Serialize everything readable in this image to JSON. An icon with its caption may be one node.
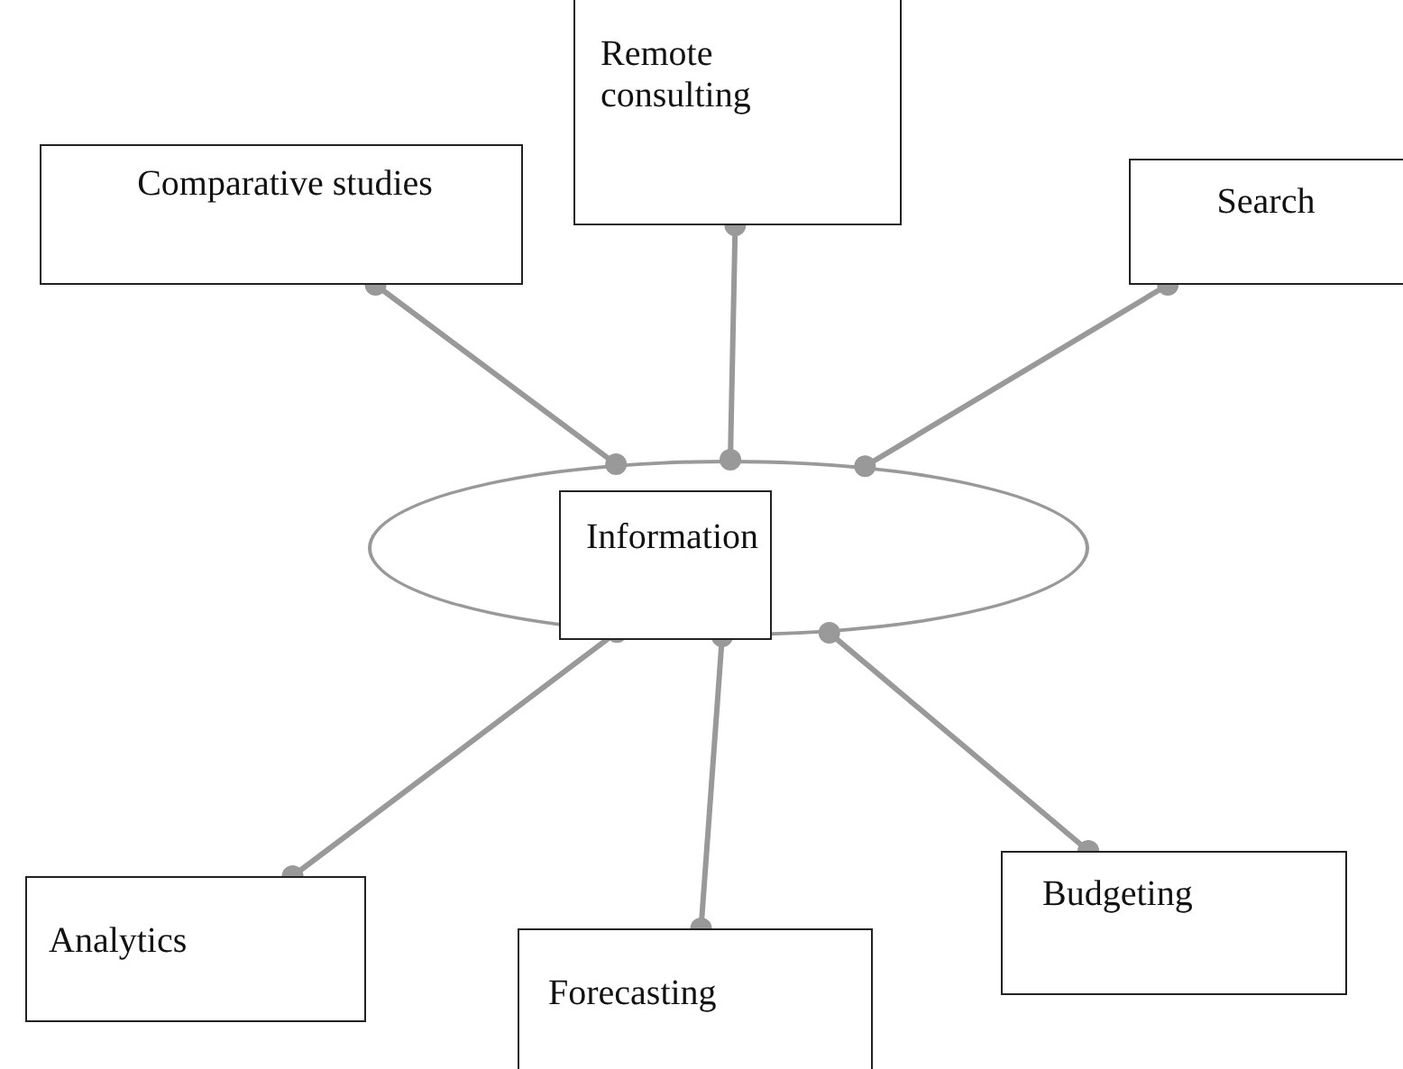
{
  "diagram": {
    "nodes": [
      {
        "text": [],
        "shape": "ellipse"
      },
      {
        "text": [
          "Information"
        ],
        "in": 0
      },
      {
        "text": [
          "Comparative studies"
        ]
      },
      {
        "text": [
          "Remote consulting"
        ]
      },
      {
        "text": [
          "Search"
        ]
      },
      {
        "text": [
          "Analytics"
        ]
      },
      {
        "text": [
          "Forecasting"
        ]
      },
      {
        "text": [
          "Budgeting"
        ]
      }
    ],
    "edges": [
      {
        "from": 2,
        "to": 0,
        "arrow": "other"
      },
      {
        "from": 3,
        "to": 0,
        "arrow": "other"
      },
      {
        "from": 4,
        "to": 0,
        "arrow": "other"
      },
      {
        "from": 5,
        "to": 0,
        "arrow": "other"
      },
      {
        "from": 6,
        "to": 0,
        "arrow": "other"
      },
      {
        "from": 7,
        "to": 0,
        "arrow": "other"
      }
    ]
  }
}
